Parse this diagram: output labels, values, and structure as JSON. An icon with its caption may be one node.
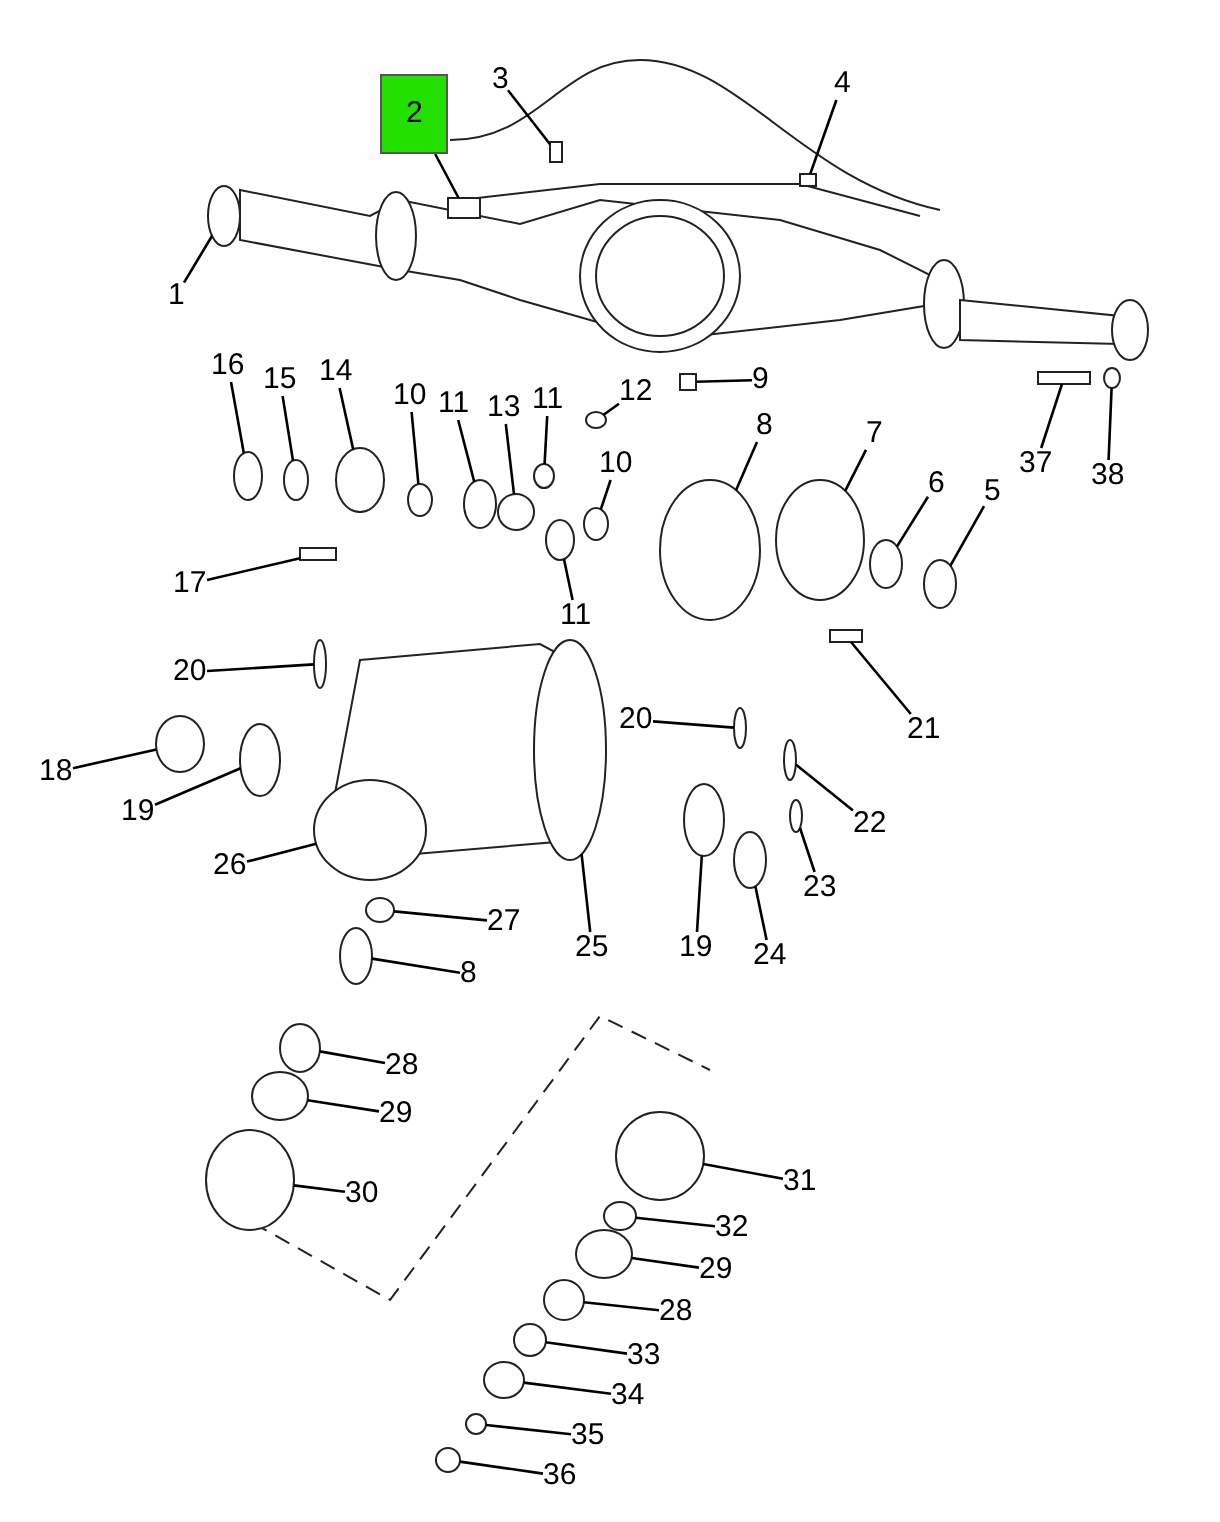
{
  "diagram": {
    "nodes": [
      {
        "text": [
          "2"
        ]
      },
      {
        "text": [
          "3"
        ]
      },
      {
        "text": [
          "4"
        ]
      },
      {
        "text": [
          "1"
        ]
      },
      {
        "text": [
          "9"
        ]
      },
      {
        "text": [
          "16"
        ]
      },
      {
        "text": [
          "15"
        ]
      },
      {
        "text": [
          "14"
        ]
      },
      {
        "text": [
          "10"
        ]
      },
      {
        "text": [
          "11"
        ]
      },
      {
        "text": [
          "13"
        ]
      },
      {
        "text": [
          "11"
        ]
      },
      {
        "text": [
          "12"
        ]
      },
      {
        "text": [
          "10"
        ]
      },
      {
        "text": [
          "8"
        ]
      },
      {
        "text": [
          "7"
        ]
      },
      {
        "text": [
          "6"
        ]
      },
      {
        "text": [
          "5"
        ]
      },
      {
        "text": [
          "37"
        ]
      },
      {
        "text": [
          "38"
        ]
      },
      {
        "text": [
          "17"
        ]
      },
      {
        "text": [
          "11"
        ]
      },
      {
        "text": [
          "21"
        ]
      },
      {
        "text": [
          "20"
        ]
      },
      {
        "text": [
          "20"
        ]
      },
      {
        "text": [
          "22"
        ]
      },
      {
        "text": [
          "18"
        ]
      },
      {
        "text": [
          "19"
        ]
      },
      {
        "text": [
          "23"
        ]
      },
      {
        "text": [
          "26"
        ]
      },
      {
        "text": [
          "27"
        ]
      },
      {
        "text": [
          "25"
        ]
      },
      {
        "text": [
          "19"
        ]
      },
      {
        "text": [
          "24"
        ]
      },
      {
        "text": [
          "8"
        ]
      },
      {
        "text": [
          "28"
        ]
      },
      {
        "text": [
          "29"
        ]
      },
      {
        "text": [
          "30"
        ]
      },
      {
        "text": [
          "31"
        ]
      },
      {
        "text": [
          "32"
        ]
      },
      {
        "text": [
          "29"
        ]
      },
      {
        "text": [
          "28"
        ]
      },
      {
        "text": [
          "33"
        ]
      },
      {
        "text": [
          "34"
        ]
      },
      {
        "text": [
          "35"
        ]
      },
      {
        "text": [
          "36"
        ]
      },
      {
        "text": [],
        "shape": "box"
      },
      {
        "text": [],
        "shape": "box"
      },
      {
        "text": [],
        "shape": "box"
      },
      {
        "text": [],
        "shape": "circle"
      },
      {
        "text": [],
        "shape": "box"
      },
      {
        "text": [],
        "shape": "circle"
      },
      {
        "text": [],
        "shape": "circle"
      },
      {
        "text": [],
        "shape": "circle"
      },
      {
        "text": [],
        "shape": "circle"
      },
      {
        "text": [],
        "shape": "circle"
      },
      {
        "text": [],
        "shape": "circle"
      },
      {
        "text": [],
        "shape": "circle"
      },
      {
        "text": [],
        "shape": "circle"
      },
      {
        "text": [],
        "shape": "circle"
      },
      {
        "text": [],
        "shape": "circle"
      },
      {
        "text": [],
        "shape": "circle"
      },
      {
        "text": [],
        "shape": "circle"
      },
      {
        "text": [],
        "shape": "circle"
      },
      {
        "text": [],
        "shape": "box"
      },
      {
        "text": [],
        "shape": "circle"
      },
      {
        "text": [],
        "shape": "box"
      },
      {
        "text": [],
        "shape": "circle"
      },
      {
        "text": [],
        "shape": "box"
      },
      {
        "text": [],
        "shape": "circle"
      },
      {
        "text": [],
        "shape": "circle"
      },
      {
        "text": [],
        "shape": "circle"
      },
      {
        "text": [],
        "shape": "circle"
      },
      {
        "text": [],
        "shape": "circle"
      },
      {
        "text": [],
        "shape": "circle"
      },
      {
        "text": [],
        "shape": "circle"
      },
      {
        "text": [],
        "shape": "circle"
      },
      {
        "text": [],
        "shape": "circle"
      },
      {
        "text": [],
        "shape": "circle"
      },
      {
        "text": [],
        "shape": "circle"
      },
      {
        "text": [],
        "shape": "circle"
      },
      {
        "text": [],
        "shape": "circle"
      },
      {
        "text": [],
        "shape": "circle"
      },
      {
        "text": [],
        "shape": "circle"
      },
      {
        "text": [],
        "shape": "circle"
      },
      {
        "text": [],
        "shape": "circle"
      },
      {
        "text": [],
        "shape": "circle"
      },
      {
        "text": [],
        "shape": "circle"
      },
      {
        "text": [],
        "shape": "circle"
      },
      {
        "text": [],
        "shape": "circle"
      },
      {
        "text": [],
        "shape": "circle"
      },
      {
        "text": [],
        "shape": "circle"
      }
    ],
    "edges": [
      {
        "from": 0,
        "to": 46,
        "arrow": "none"
      },
      {
        "from": 1,
        "to": 47,
        "arrow": "none"
      },
      {
        "from": 2,
        "to": 48,
        "arrow": "none"
      },
      {
        "from": 3,
        "to": 49,
        "arrow": "none"
      },
      {
        "from": 4,
        "to": 50,
        "arrow": "none"
      },
      {
        "from": 5,
        "to": 51,
        "arrow": "none"
      },
      {
        "from": 6,
        "to": 52,
        "arrow": "none"
      },
      {
        "from": 7,
        "to": 53,
        "arrow": "none"
      },
      {
        "from": 8,
        "to": 54,
        "arrow": "none"
      },
      {
        "from": 9,
        "to": 55,
        "arrow": "none"
      },
      {
        "from": 10,
        "to": 56,
        "arrow": "none"
      },
      {
        "from": 11,
        "to": 57,
        "arrow": "none"
      },
      {
        "from": 12,
        "to": 58,
        "arrow": "none"
      },
      {
        "from": 13,
        "to": 59,
        "arrow": "none"
      },
      {
        "from": 14,
        "to": 60,
        "arrow": "none"
      },
      {
        "from": 15,
        "to": 61,
        "arrow": "none"
      },
      {
        "from": 16,
        "to": 62,
        "arrow": "none"
      },
      {
        "from": 17,
        "to": 63,
        "arrow": "none"
      },
      {
        "from": 18,
        "to": 64,
        "arrow": "none"
      },
      {
        "from": 19,
        "to": 65,
        "arrow": "none"
      },
      {
        "from": 20,
        "to": 66,
        "arrow": "none"
      },
      {
        "from": 21,
        "to": 67,
        "arrow": "none"
      },
      {
        "from": 22,
        "to": 68,
        "arrow": "none"
      },
      {
        "from": 23,
        "to": 69,
        "arrow": "none"
      },
      {
        "from": 24,
        "to": 70,
        "arrow": "none"
      },
      {
        "from": 25,
        "to": 71,
        "arrow": "none"
      },
      {
        "from": 26,
        "to": 72,
        "arrow": "none"
      },
      {
        "from": 27,
        "to": 73,
        "arrow": "none"
      },
      {
        "from": 28,
        "to": 74,
        "arrow": "none"
      },
      {
        "from": 29,
        "to": 75,
        "arrow": "none"
      },
      {
        "from": 30,
        "to": 76,
        "arrow": "none"
      },
      {
        "from": 31,
        "to": 77,
        "arrow": "none"
      },
      {
        "from": 32,
        "to": 78,
        "arrow": "none"
      },
      {
        "from": 33,
        "to": 79,
        "arrow": "none"
      },
      {
        "from": 34,
        "to": 80,
        "arrow": "none"
      },
      {
        "from": 35,
        "to": 81,
        "arrow": "none"
      },
      {
        "from": 36,
        "to": 82,
        "arrow": "none"
      },
      {
        "from": 37,
        "to": 83,
        "arrow": "none"
      },
      {
        "from": 38,
        "to": 84,
        "arrow": "none"
      },
      {
        "from": 39,
        "to": 85,
        "arrow": "none"
      },
      {
        "from": 40,
        "to": 86,
        "arrow": "none"
      },
      {
        "from": 41,
        "to": 87,
        "arrow": "none"
      },
      {
        "from": 42,
        "to": 88,
        "arrow": "none"
      },
      {
        "from": 43,
        "to": 89,
        "arrow": "none"
      },
      {
        "from": 44,
        "to": 90,
        "arrow": "none"
      },
      {
        "from": 45,
        "to": 91,
        "arrow": "none"
      }
    ]
  }
}
